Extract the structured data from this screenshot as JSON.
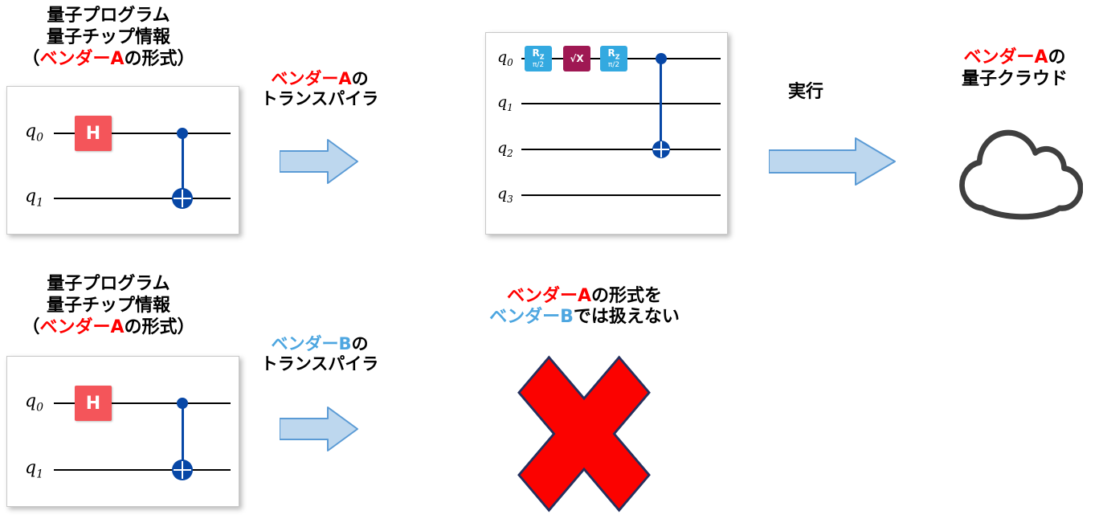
{
  "colors": {
    "vendor_a": "#FF0000",
    "vendor_b": "#4DA6E0",
    "arrow_fill": "#BDD7EE",
    "arrow_stroke": "#5B9BD5",
    "h_gate": "#F4555A",
    "navy": "#0747A6",
    "rz_gate": "#33A9E0",
    "sx_gate": "#9F1853",
    "cross_fill": "#FB0200",
    "cross_stroke": "#24305E",
    "cloud_stroke": "#3F3F3F",
    "wire": "#000000"
  },
  "source_panel": {
    "line1": "量子プログラム",
    "line2": "量子チップ情報",
    "line3_open": "（",
    "line3_vendor": "ベンダーA",
    "line3_rest": "の形式）"
  },
  "source_circuit": {
    "q0_base": "q",
    "q0_sub": "0",
    "q1_base": "q",
    "q1_sub": "1",
    "h_label": "H"
  },
  "transpiler_a_arrow": {
    "vendor": "ベンダーA",
    "suffix": "の",
    "line2": "トランスパイラ"
  },
  "transpiled_circuit": {
    "q0_base": "q",
    "q0_sub": "0",
    "q1_base": "q",
    "q1_sub": "1",
    "q2_base": "q",
    "q2_sub": "2",
    "q3_base": "q",
    "q3_sub": "3",
    "rz_base": "R",
    "rz_sub": "Z",
    "rz_param": "π/2",
    "sx_label": "√X"
  },
  "exec_arrow": {
    "label": "実行"
  },
  "cloud": {
    "vendor": "ベンダーA",
    "suffix": "の",
    "line2": "量子クラウド"
  },
  "transpiler_b_arrow": {
    "vendor": "ベンダーB",
    "suffix": "の",
    "line2": "トランスパイラ"
  },
  "fail_message": {
    "line1_vendor": "ベンダーA",
    "line1_rest": "の形式を",
    "line2_vendor": "ベンダーB",
    "line2_rest": "では扱えない"
  }
}
